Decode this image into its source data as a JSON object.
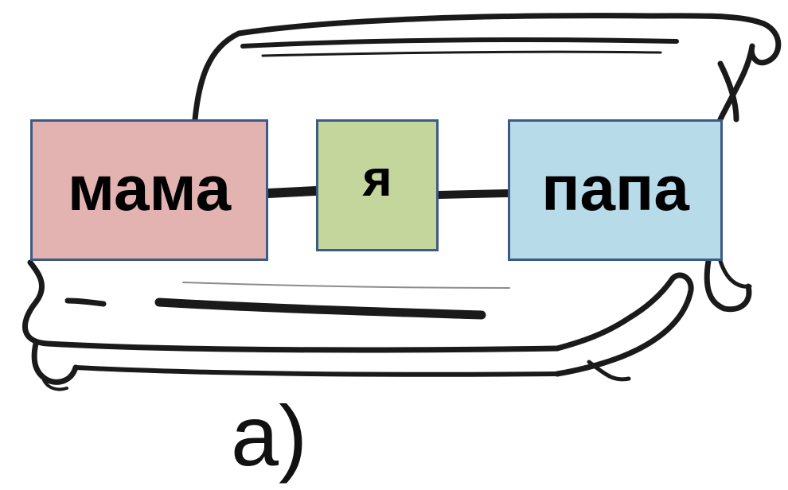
{
  "diagram": {
    "nodes": [
      {
        "id": "mama",
        "label": "мама",
        "fill": "#e3b3b2"
      },
      {
        "id": "ya",
        "label": "я",
        "fill": "#c4d69b"
      },
      {
        "id": "papa",
        "label": "папа",
        "fill": "#b7dbe8"
      }
    ],
    "edges": [
      {
        "from": "mama",
        "to": "ya"
      },
      {
        "from": "ya",
        "to": "papa"
      }
    ],
    "border_color": "#3b5a86",
    "caption": "а)"
  }
}
